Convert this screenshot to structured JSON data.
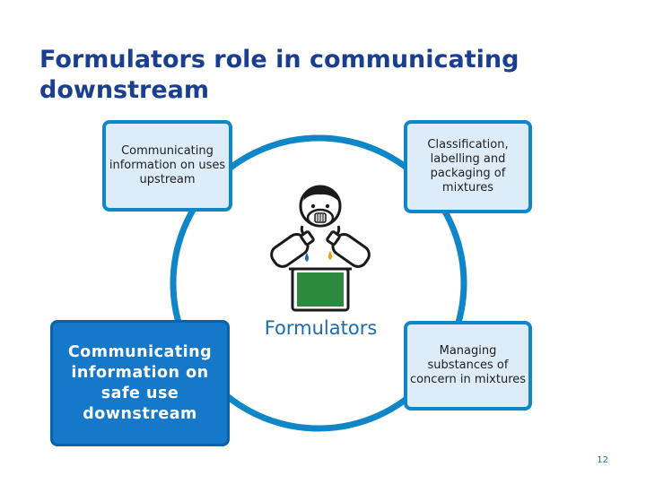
{
  "title": "Formulators role in communicating downstream",
  "center": {
    "label": "Formulators",
    "icon": "worker-with-mask-pouring-bottles-icon"
  },
  "boxes": {
    "top_left": "Communicating information on uses upstream",
    "top_right": "Classification, labelling and packaging of mixtures",
    "bottom_right": "Managing substances of concern in mixtures",
    "bottom_left": "Communicating information on safe use downstream"
  },
  "page_number": "12",
  "colors": {
    "title": "#1a3f8f",
    "ring": "#0e86c8",
    "box_fill": "#dcecf8",
    "highlight_box": "#1578c8"
  }
}
